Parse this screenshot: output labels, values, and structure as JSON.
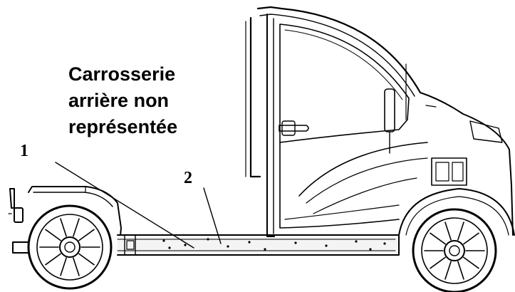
{
  "caption": {
    "line1": "Carrosserie",
    "line2": "arrière non",
    "line3": "représentée"
  },
  "callouts": [
    {
      "label": "1"
    },
    {
      "label": "2"
    }
  ],
  "colors": {
    "stroke": "#000000",
    "background": "#ffffff",
    "frame_fill": "#f4f4f4"
  }
}
